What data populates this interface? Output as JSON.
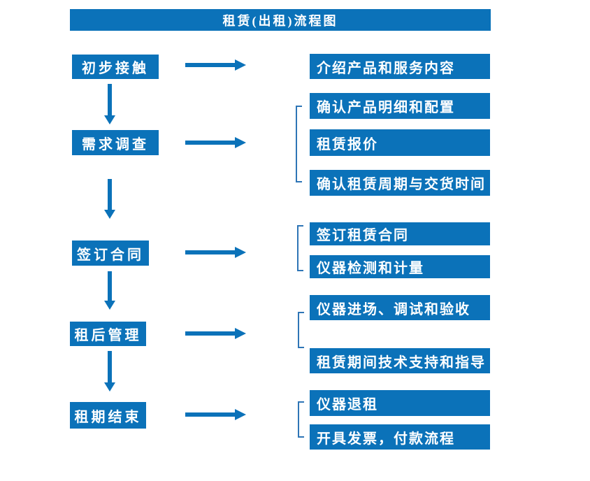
{
  "title": "租赁(出租)流程图",
  "colors": {
    "box_blue": "#0b72b9",
    "arrow_blue": "#0b72b9",
    "bracket_blue": "#2e75b6",
    "text_white": "#ffffff"
  },
  "flow": {
    "steps": [
      {
        "label": "初步接触",
        "details": [
          "介绍产品和服务内容"
        ]
      },
      {
        "label": "需求调查",
        "details": [
          "确认产品明细和配置",
          "租赁报价",
          "确认租赁周期与交货时间"
        ]
      },
      {
        "label": "签订合同",
        "details": [
          "签订租赁合同",
          "仪器检测和计量"
        ]
      },
      {
        "label": "租后管理",
        "details": [
          "仪器进场、调试和验收",
          "租赁期间技术支持和指导"
        ]
      },
      {
        "label": "租期结束",
        "details": [
          "仪器退租",
          "开具发票，付款流程"
        ]
      }
    ]
  }
}
